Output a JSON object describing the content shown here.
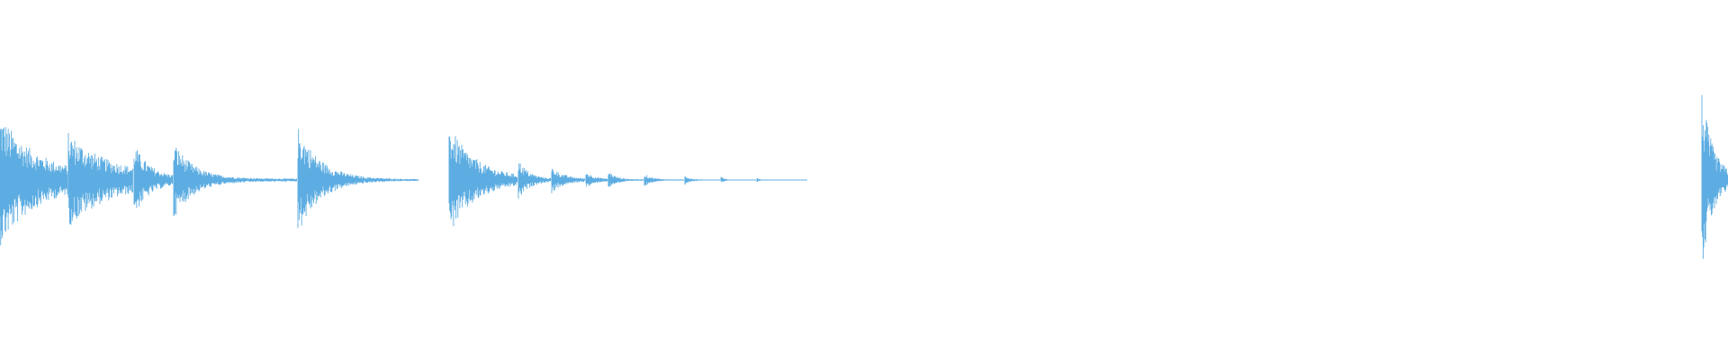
{
  "colors": {
    "background": "#ffffff",
    "waveform": "#5dade2"
  },
  "waveform": {
    "duration_seconds": 1920,
    "events": [
      {
        "t": 0,
        "peak": 0.34,
        "decay": 40,
        "floor": 0.03,
        "end": 75
      },
      {
        "t": 76,
        "peak": 0.24,
        "decay": 45,
        "floor": 0.025,
        "end": 148
      },
      {
        "t": 149,
        "peak": 0.19,
        "decay": 18,
        "floor": 0.012,
        "end": 192
      },
      {
        "t": 193,
        "peak": 0.21,
        "decay": 22,
        "floor": 0.008,
        "end": 330
      },
      {
        "t": 331,
        "peak": 0.3,
        "decay": 25,
        "floor": 0.004,
        "end": 465
      },
      {
        "t": 499,
        "peak": 0.3,
        "decay": 30,
        "floor": 0.008,
        "end": 575
      },
      {
        "t": 576,
        "peak": 0.11,
        "decay": 12,
        "floor": 0.006,
        "end": 612
      },
      {
        "t": 613,
        "peak": 0.07,
        "decay": 14,
        "floor": 0.005,
        "end": 650
      },
      {
        "t": 651,
        "peak": 0.045,
        "decay": 10,
        "floor": 0.004,
        "end": 675
      },
      {
        "t": 676,
        "peak": 0.05,
        "decay": 8,
        "floor": 0.004,
        "end": 715
      },
      {
        "t": 716,
        "peak": 0.035,
        "decay": 8,
        "floor": 0.003,
        "end": 760
      },
      {
        "t": 761,
        "peak": 0.025,
        "decay": 6,
        "floor": 0.002,
        "end": 800
      },
      {
        "t": 801,
        "peak": 0.018,
        "decay": 5,
        "floor": 0.0,
        "end": 840
      },
      {
        "t": 841,
        "peak": 0.012,
        "decay": 4,
        "floor": 0.0,
        "end": 897
      },
      {
        "t": 1891,
        "peak": 0.48,
        "decay": 12,
        "floor": 0.02,
        "end": 1920
      }
    ]
  }
}
